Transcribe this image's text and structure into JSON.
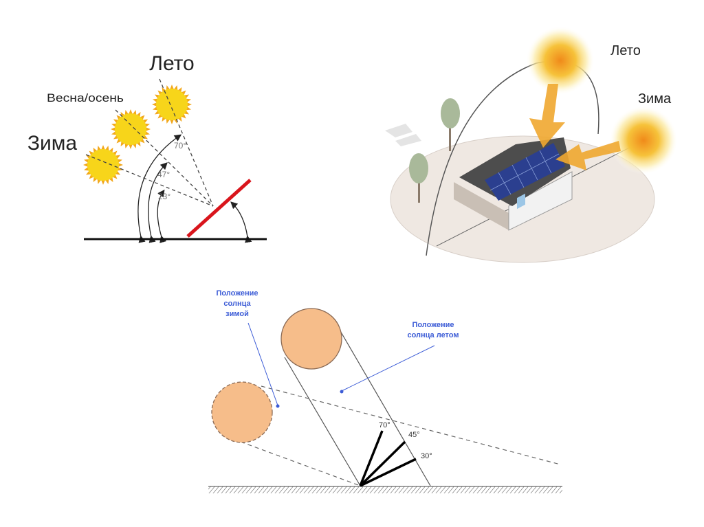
{
  "diagram_top_left": {
    "labels": {
      "summer": "Лето",
      "spring_autumn": "Весна/осень",
      "winter": "Зима"
    },
    "angles": [
      "70°",
      "47°",
      "23°"
    ]
  },
  "diagram_top_right": {
    "labels": {
      "summer": "Лето",
      "winter": "Зима"
    }
  },
  "diagram_bottom": {
    "winter_label": [
      "Положение",
      "солнца",
      "зимой"
    ],
    "summer_label": [
      "Положение",
      "солнца летом"
    ],
    "angles": [
      "70°",
      "45°",
      "30°"
    ]
  },
  "colors": {
    "sun": "#f7d51a",
    "sun_ray": "#f2a81d",
    "panel": "#d9151c",
    "disk": "#f6bd8a",
    "blue_text": "#3b5bd6",
    "arrow": "#f0a830"
  }
}
